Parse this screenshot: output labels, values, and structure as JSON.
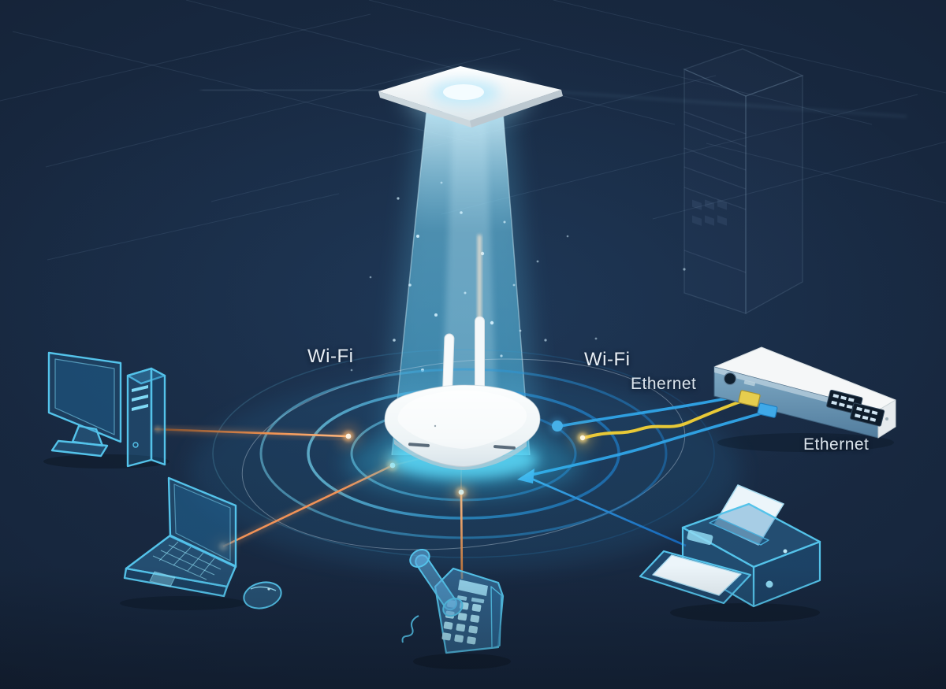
{
  "scene": {
    "description": "Isometric illustration of an office network: a ceiling access point beams light onto a wireless router surrounded by signal rings, with Wi-Fi links to a desktop PC, laptop and IP phone, and Ethernet cabling to a network switch and printer; a faint server rack sits in the background.",
    "background_color": "#15243a"
  },
  "labels": {
    "wifi_left": "Wi-Fi",
    "wifi_right": "Wi-Fi",
    "ethernet_switch": "Ethernet",
    "ethernet_ports": "Ethernet"
  },
  "nodes": [
    {
      "id": "ceiling-access-point",
      "kind": "access point"
    },
    {
      "id": "wireless-router",
      "kind": "router"
    },
    {
      "id": "desktop-computer",
      "kind": "desktop PC"
    },
    {
      "id": "laptop",
      "kind": "laptop"
    },
    {
      "id": "computer-mouse",
      "kind": "mouse"
    },
    {
      "id": "ip-phone",
      "kind": "desk phone"
    },
    {
      "id": "printer",
      "kind": "printer"
    },
    {
      "id": "network-switch",
      "kind": "switch"
    },
    {
      "id": "server-rack",
      "kind": "server rack"
    }
  ],
  "connections": [
    {
      "from": "desktop-computer",
      "to": "wireless-router",
      "medium": "Wi-Fi",
      "color": "#f59b5c"
    },
    {
      "from": "laptop",
      "to": "wireless-router",
      "medium": "Wi-Fi",
      "color": "#f59b5c"
    },
    {
      "from": "ip-phone",
      "to": "wireless-router",
      "medium": "Wi-Fi",
      "color": "#f59b5c"
    },
    {
      "from": "wireless-router",
      "to": "network-switch",
      "medium": "Ethernet",
      "color": "#2f9fe0"
    },
    {
      "from": "wireless-router",
      "to": "network-switch",
      "medium": "Ethernet",
      "color": "#e8c937"
    },
    {
      "from": "wireless-router",
      "to": "printer",
      "medium": "Ethernet",
      "color": "#1f7fd0"
    }
  ],
  "colors": {
    "background": "#15243a",
    "beam": "#63c8ea",
    "rings": "#3fb6e8",
    "wifi_link": "#f59b5c",
    "ethernet_blue": "#2f9fe0",
    "ethernet_yellow": "#e8c937",
    "device_outline": "#54c3ea",
    "hardware_white": "#f2f7f9",
    "label_text": "#e8eef4"
  }
}
